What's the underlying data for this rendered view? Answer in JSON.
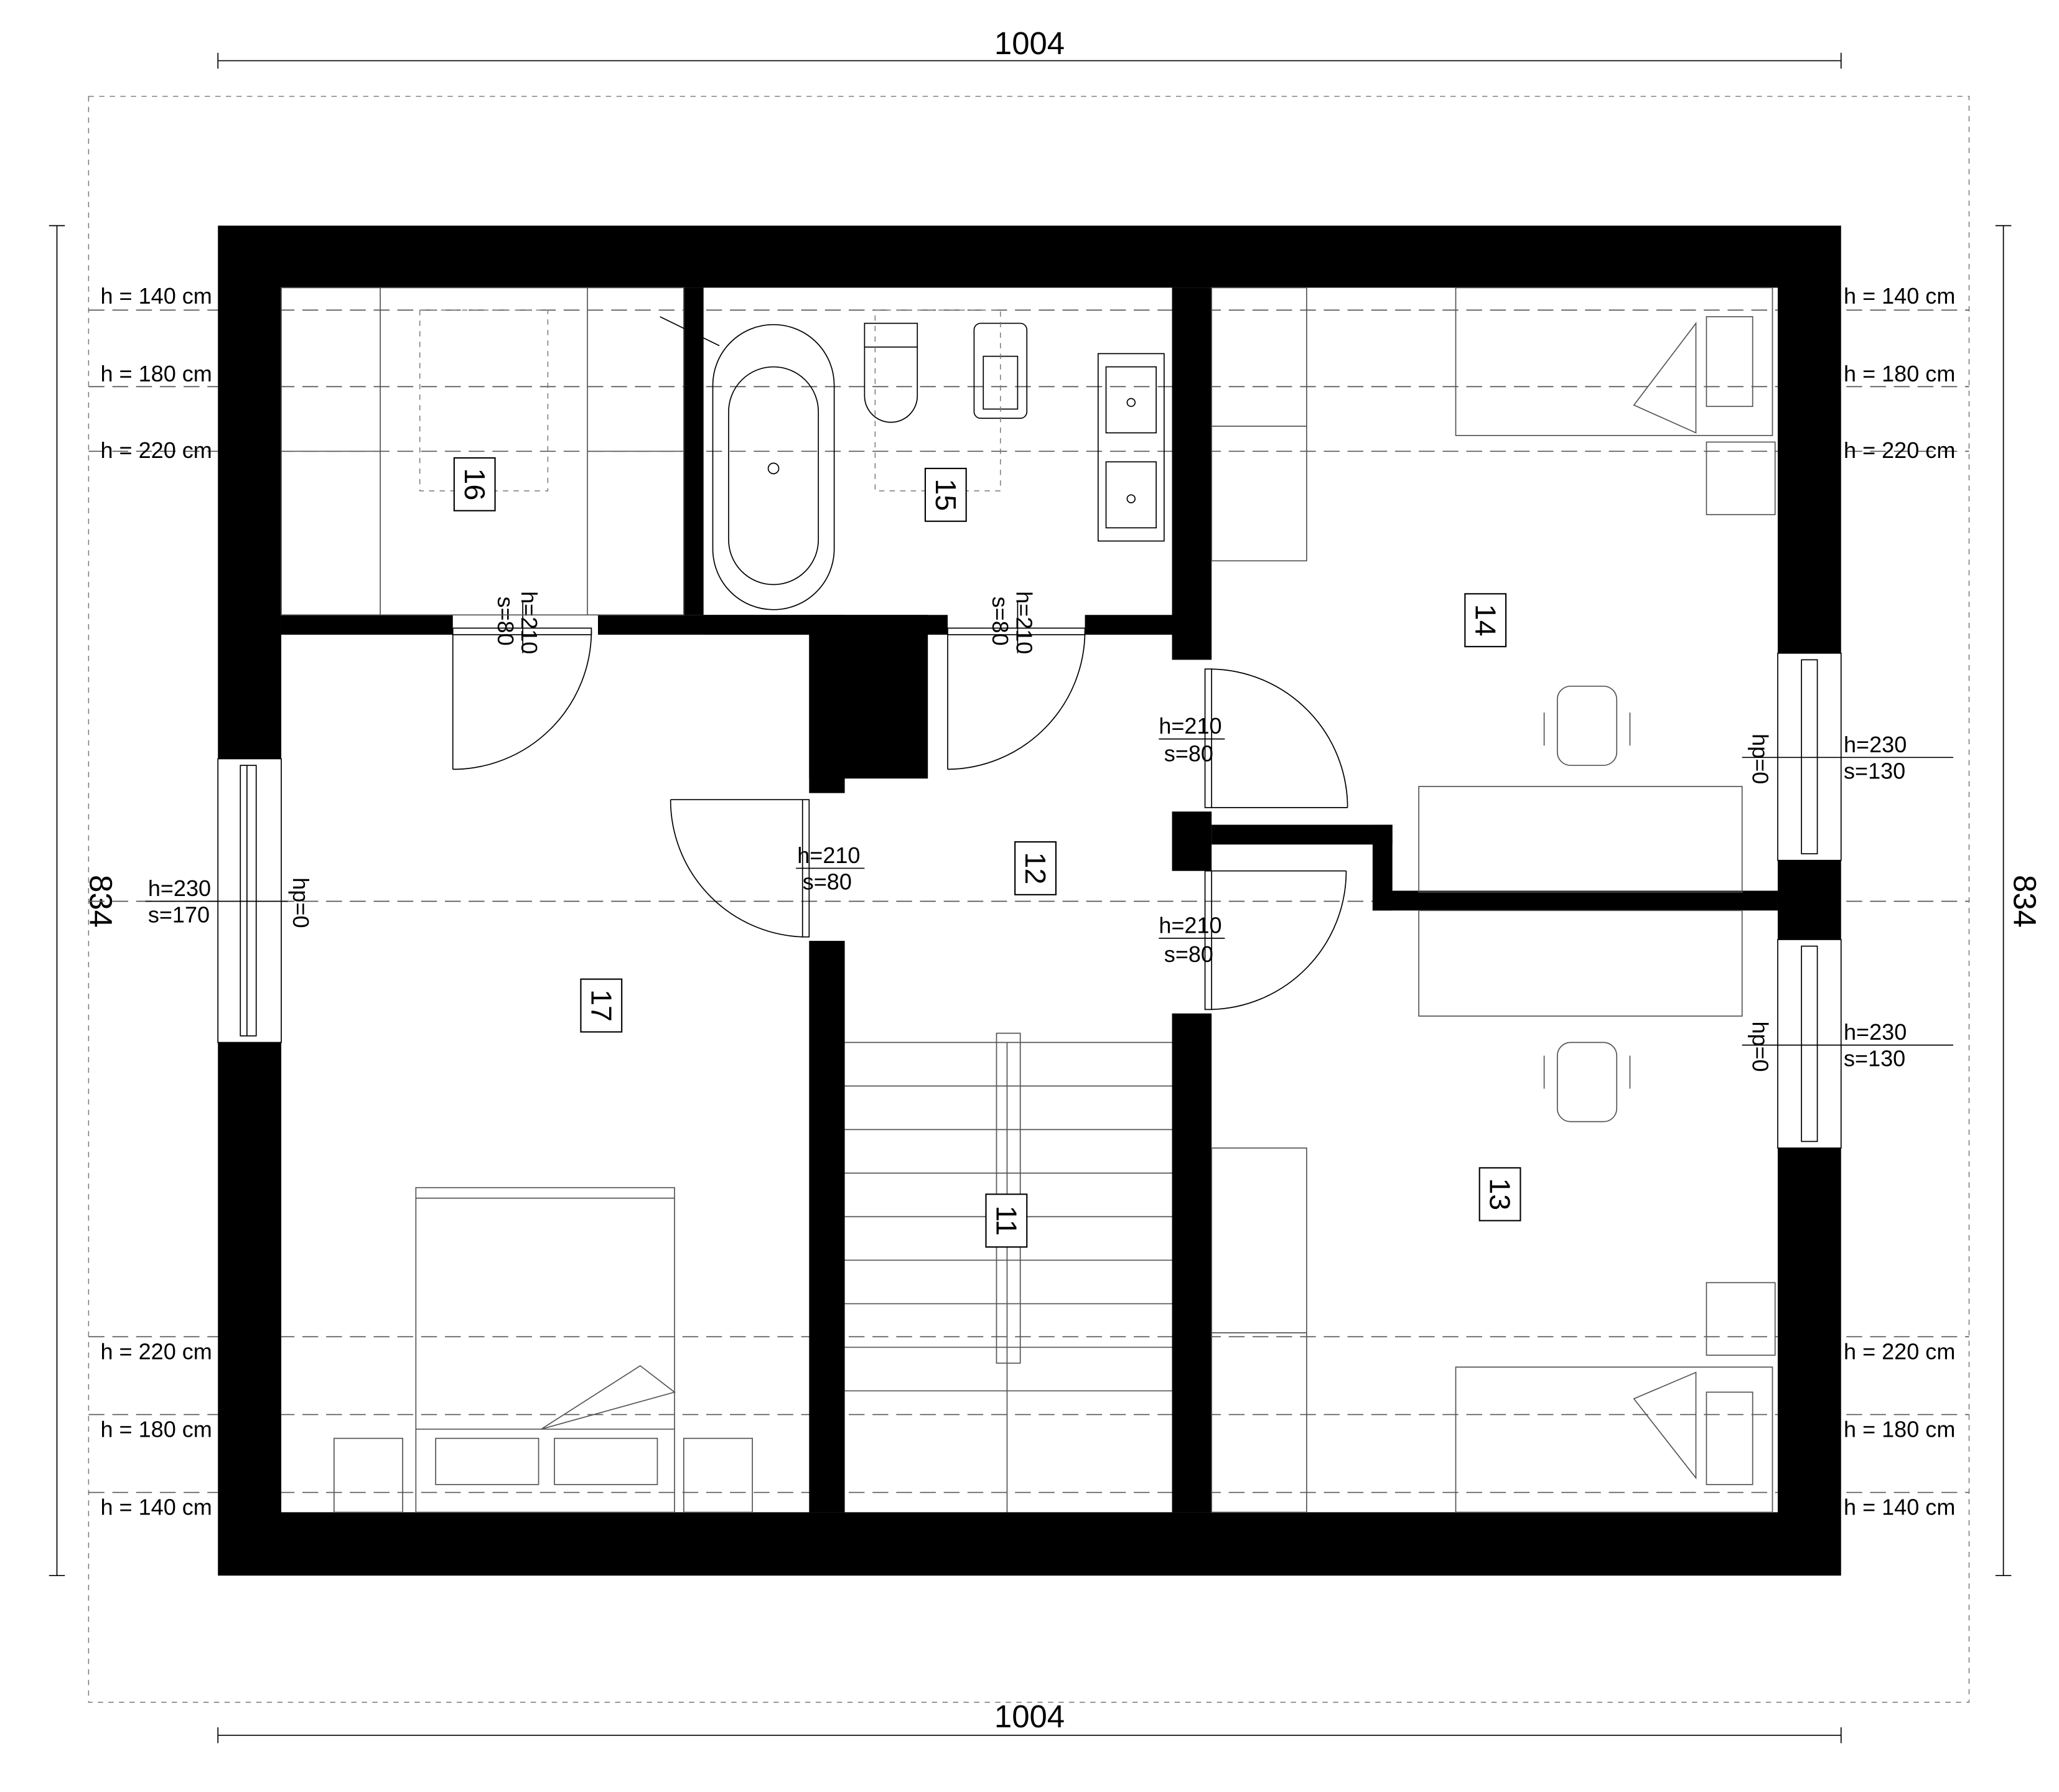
{
  "dimensions": {
    "top": "1004",
    "bottom": "1004",
    "left": "834",
    "right": "834"
  },
  "height_lines": {
    "top": [
      "h = 140 cm",
      "h = 180 cm",
      "h = 220 cm"
    ],
    "bottom": [
      "h = 220 cm",
      "h = 180 cm",
      "h = 140 cm"
    ]
  },
  "rooms": {
    "r11": "11",
    "r12": "12",
    "r13": "13",
    "r14": "14",
    "r15": "15",
    "r16": "16",
    "r17": "17"
  },
  "doors": {
    "h": "h=210",
    "s": "s=80"
  },
  "windows": {
    "left": {
      "h": "h=230",
      "s": "s=170",
      "hp": "hp=0"
    },
    "right_top": {
      "h": "h=230",
      "s": "s=130",
      "hp": "hp=0"
    },
    "right_bottom": {
      "h": "h=230",
      "s": "s=130",
      "hp": "hp=0"
    }
  }
}
